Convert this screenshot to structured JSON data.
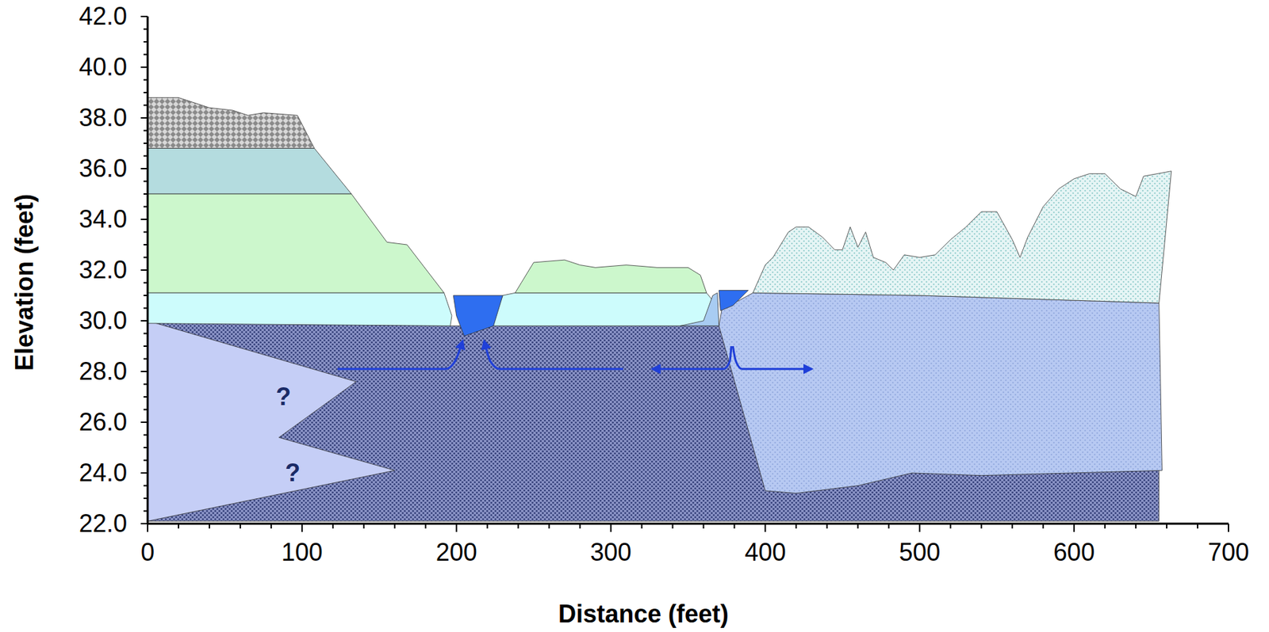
{
  "diagram": {
    "labels": [
      "42.0",
      "40.0",
      "38.0",
      "36.0",
      "34.0",
      "32.0",
      "30.0",
      "28.0",
      "26.0",
      "24.0",
      "22.0",
      "0",
      "100",
      "200",
      "300",
      "400",
      "500",
      "600",
      "700",
      "Elevation (feet)",
      "Distance (feet)",
      "?",
      "?"
    ]
  }
}
